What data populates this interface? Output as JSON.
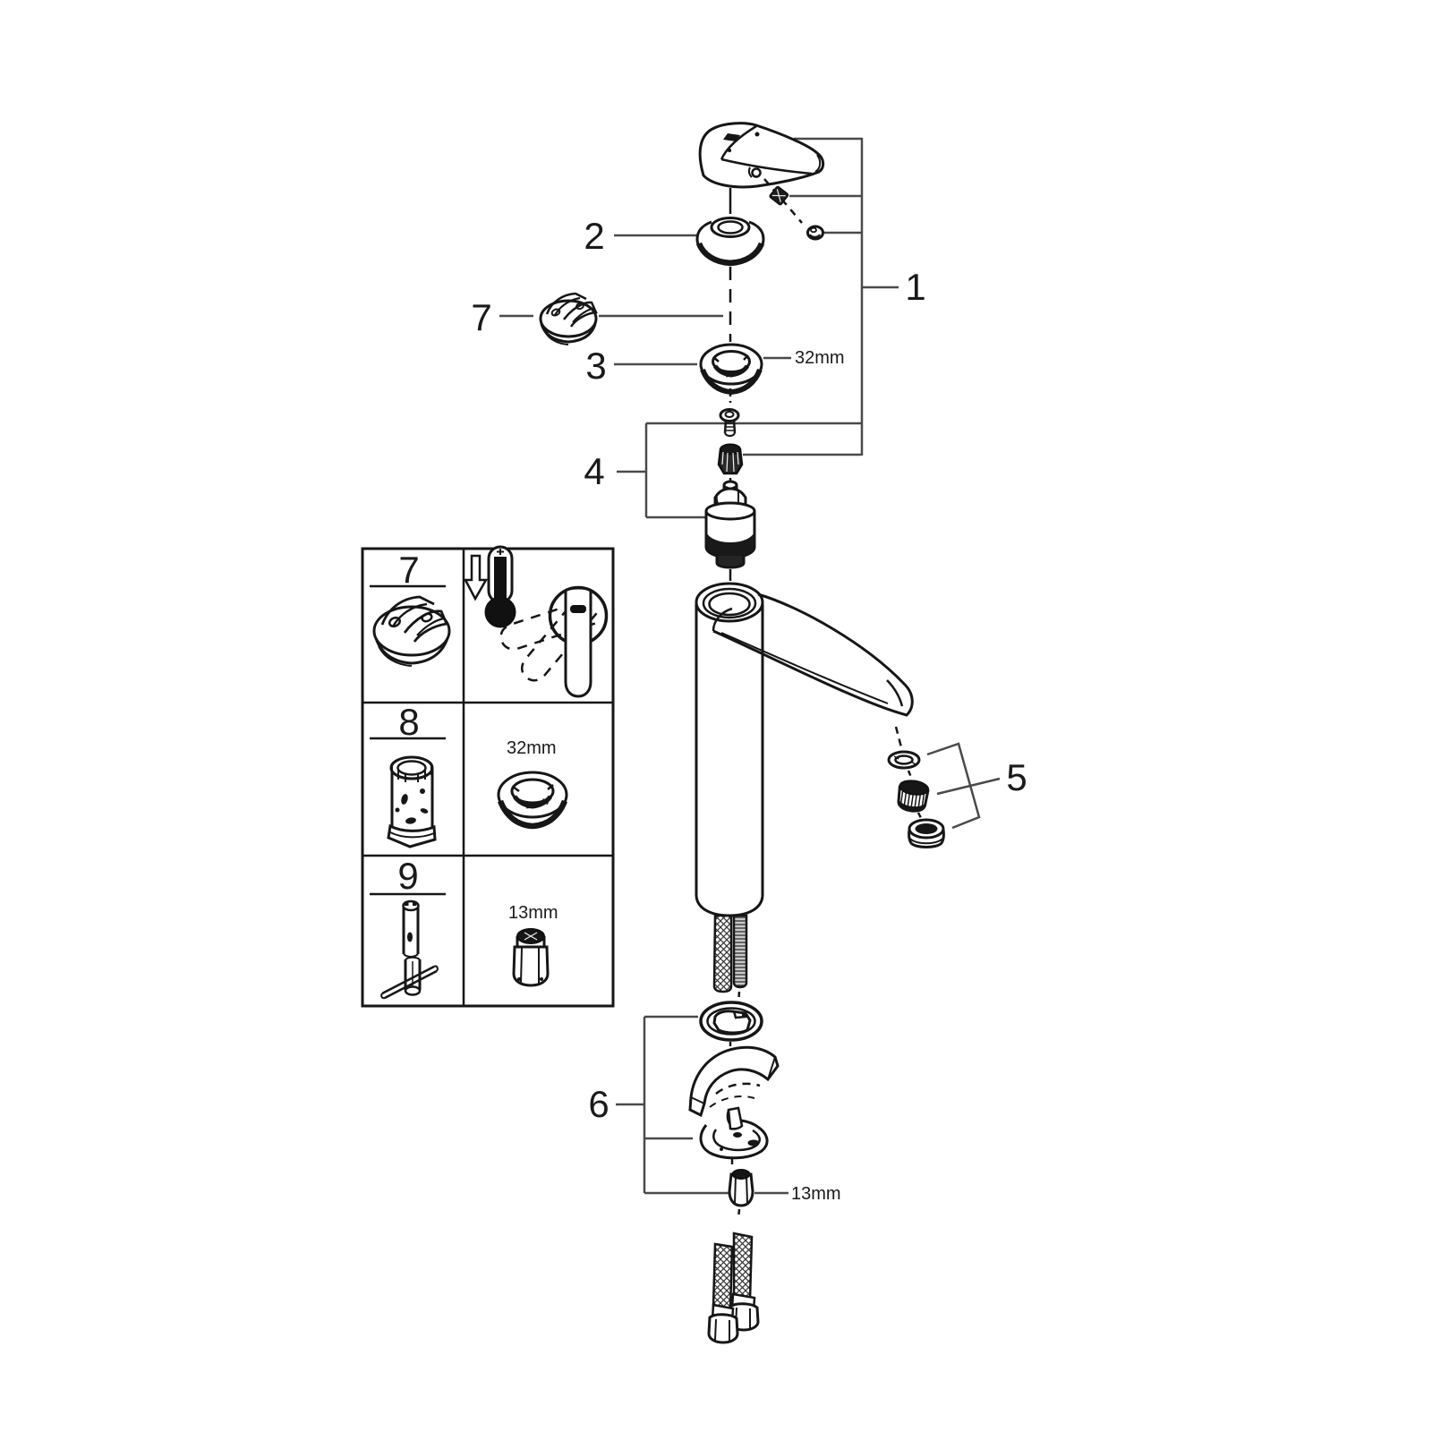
{
  "colors": {
    "ink": "#161616",
    "leader": "#4a4a4a",
    "background": "#ffffff",
    "fill_dark": "#191919"
  },
  "callouts": {
    "part1": "1",
    "part2": "2",
    "part3": "3",
    "part4": "4",
    "part5": "5",
    "part6": "6",
    "part7": "7"
  },
  "size_labels": {
    "ring_nut": "32mm",
    "bottom_nut": "13mm"
  },
  "legend": {
    "rows": [
      {
        "number": "7",
        "left_icon": "retainer-dome-icon",
        "right_icon": "cold-temperature-handle-icon",
        "right_label": ""
      },
      {
        "number": "8",
        "left_icon": "socket-sleeve-tool-icon",
        "right_icon": "mounting-ring-icon",
        "right_label": "32mm"
      },
      {
        "number": "9",
        "left_icon": "t-wrench-tool-icon",
        "right_icon": "socket-bit-icon",
        "right_label": "13mm"
      }
    ]
  }
}
